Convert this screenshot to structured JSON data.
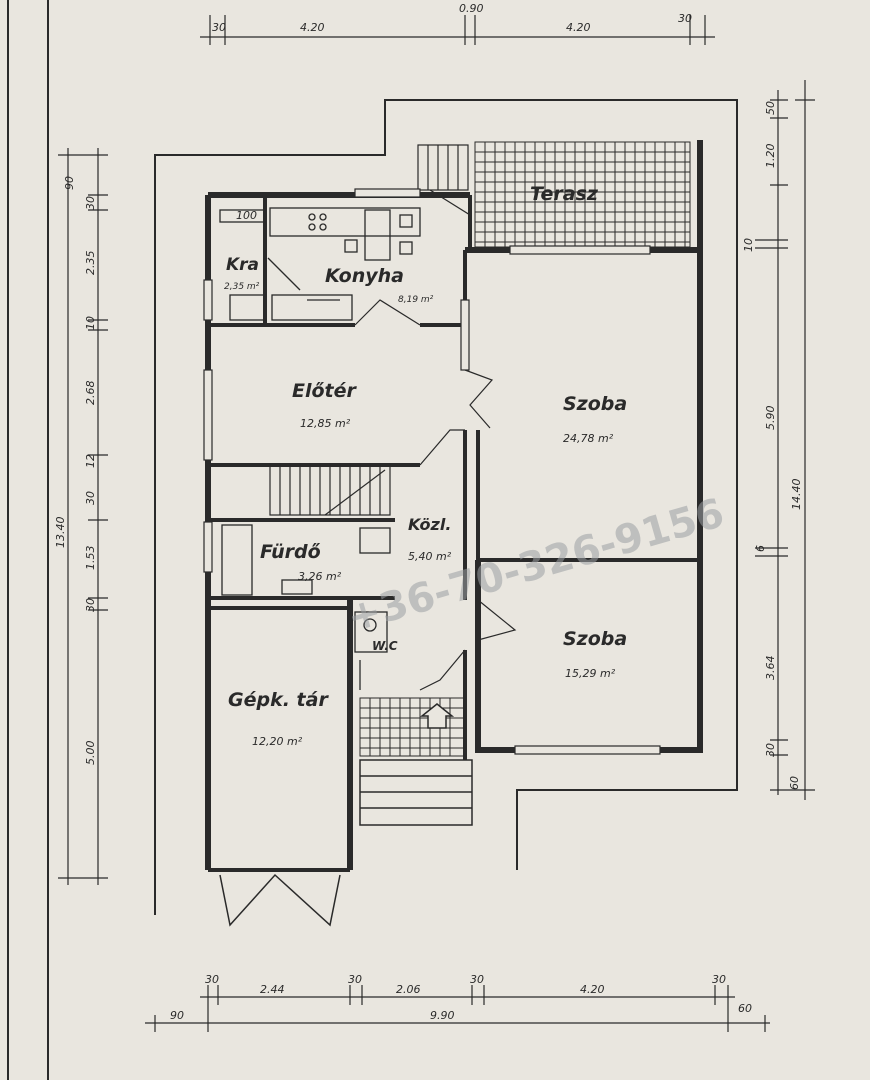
{
  "colors": {
    "paper": "#e9e6df",
    "ink": "#2a2a2a",
    "watermark": "#9a9fa3"
  },
  "rooms": {
    "terasz": {
      "name": "Terasz"
    },
    "kamra": {
      "name": "Kra",
      "area": "2,35 m²"
    },
    "konyha": {
      "name": "Konyha",
      "area": "8,19 m²"
    },
    "eloter": {
      "name": "Előtér",
      "area": "12,85 m²"
    },
    "szoba1": {
      "name": "Szoba",
      "area": "24,78 m²"
    },
    "kozl": {
      "name": "Közl.",
      "area": "5,40 m²"
    },
    "furdo": {
      "name": "Fürdő",
      "area": "3,26 m²"
    },
    "wc": {
      "name": "W.C"
    },
    "szoba2": {
      "name": "Szoba",
      "area": "15,29 m²"
    },
    "garage": {
      "name": "Gépk. tár",
      "area": "12,20 m²"
    }
  },
  "fixtures": {
    "counter_label": "100"
  },
  "dims": {
    "top": [
      "30",
      "4.20",
      "0.90",
      "4.20",
      "30"
    ],
    "bottom": [
      "30",
      "2.44",
      "30",
      "2.06",
      "30",
      "4.20",
      "30"
    ],
    "bottom_total": [
      "90",
      "9.90",
      "60"
    ],
    "left": [
      "90",
      "30",
      "2.35",
      "10",
      "2.68",
      "12",
      "30",
      "1.53",
      "30",
      "5.00"
    ],
    "left_total": "13.40",
    "right": [
      "50",
      "1.20",
      "10",
      "5.90",
      "6",
      "3.64",
      "30",
      "60"
    ],
    "right_total": "14.40"
  },
  "watermark": "+36-70-326-9156"
}
